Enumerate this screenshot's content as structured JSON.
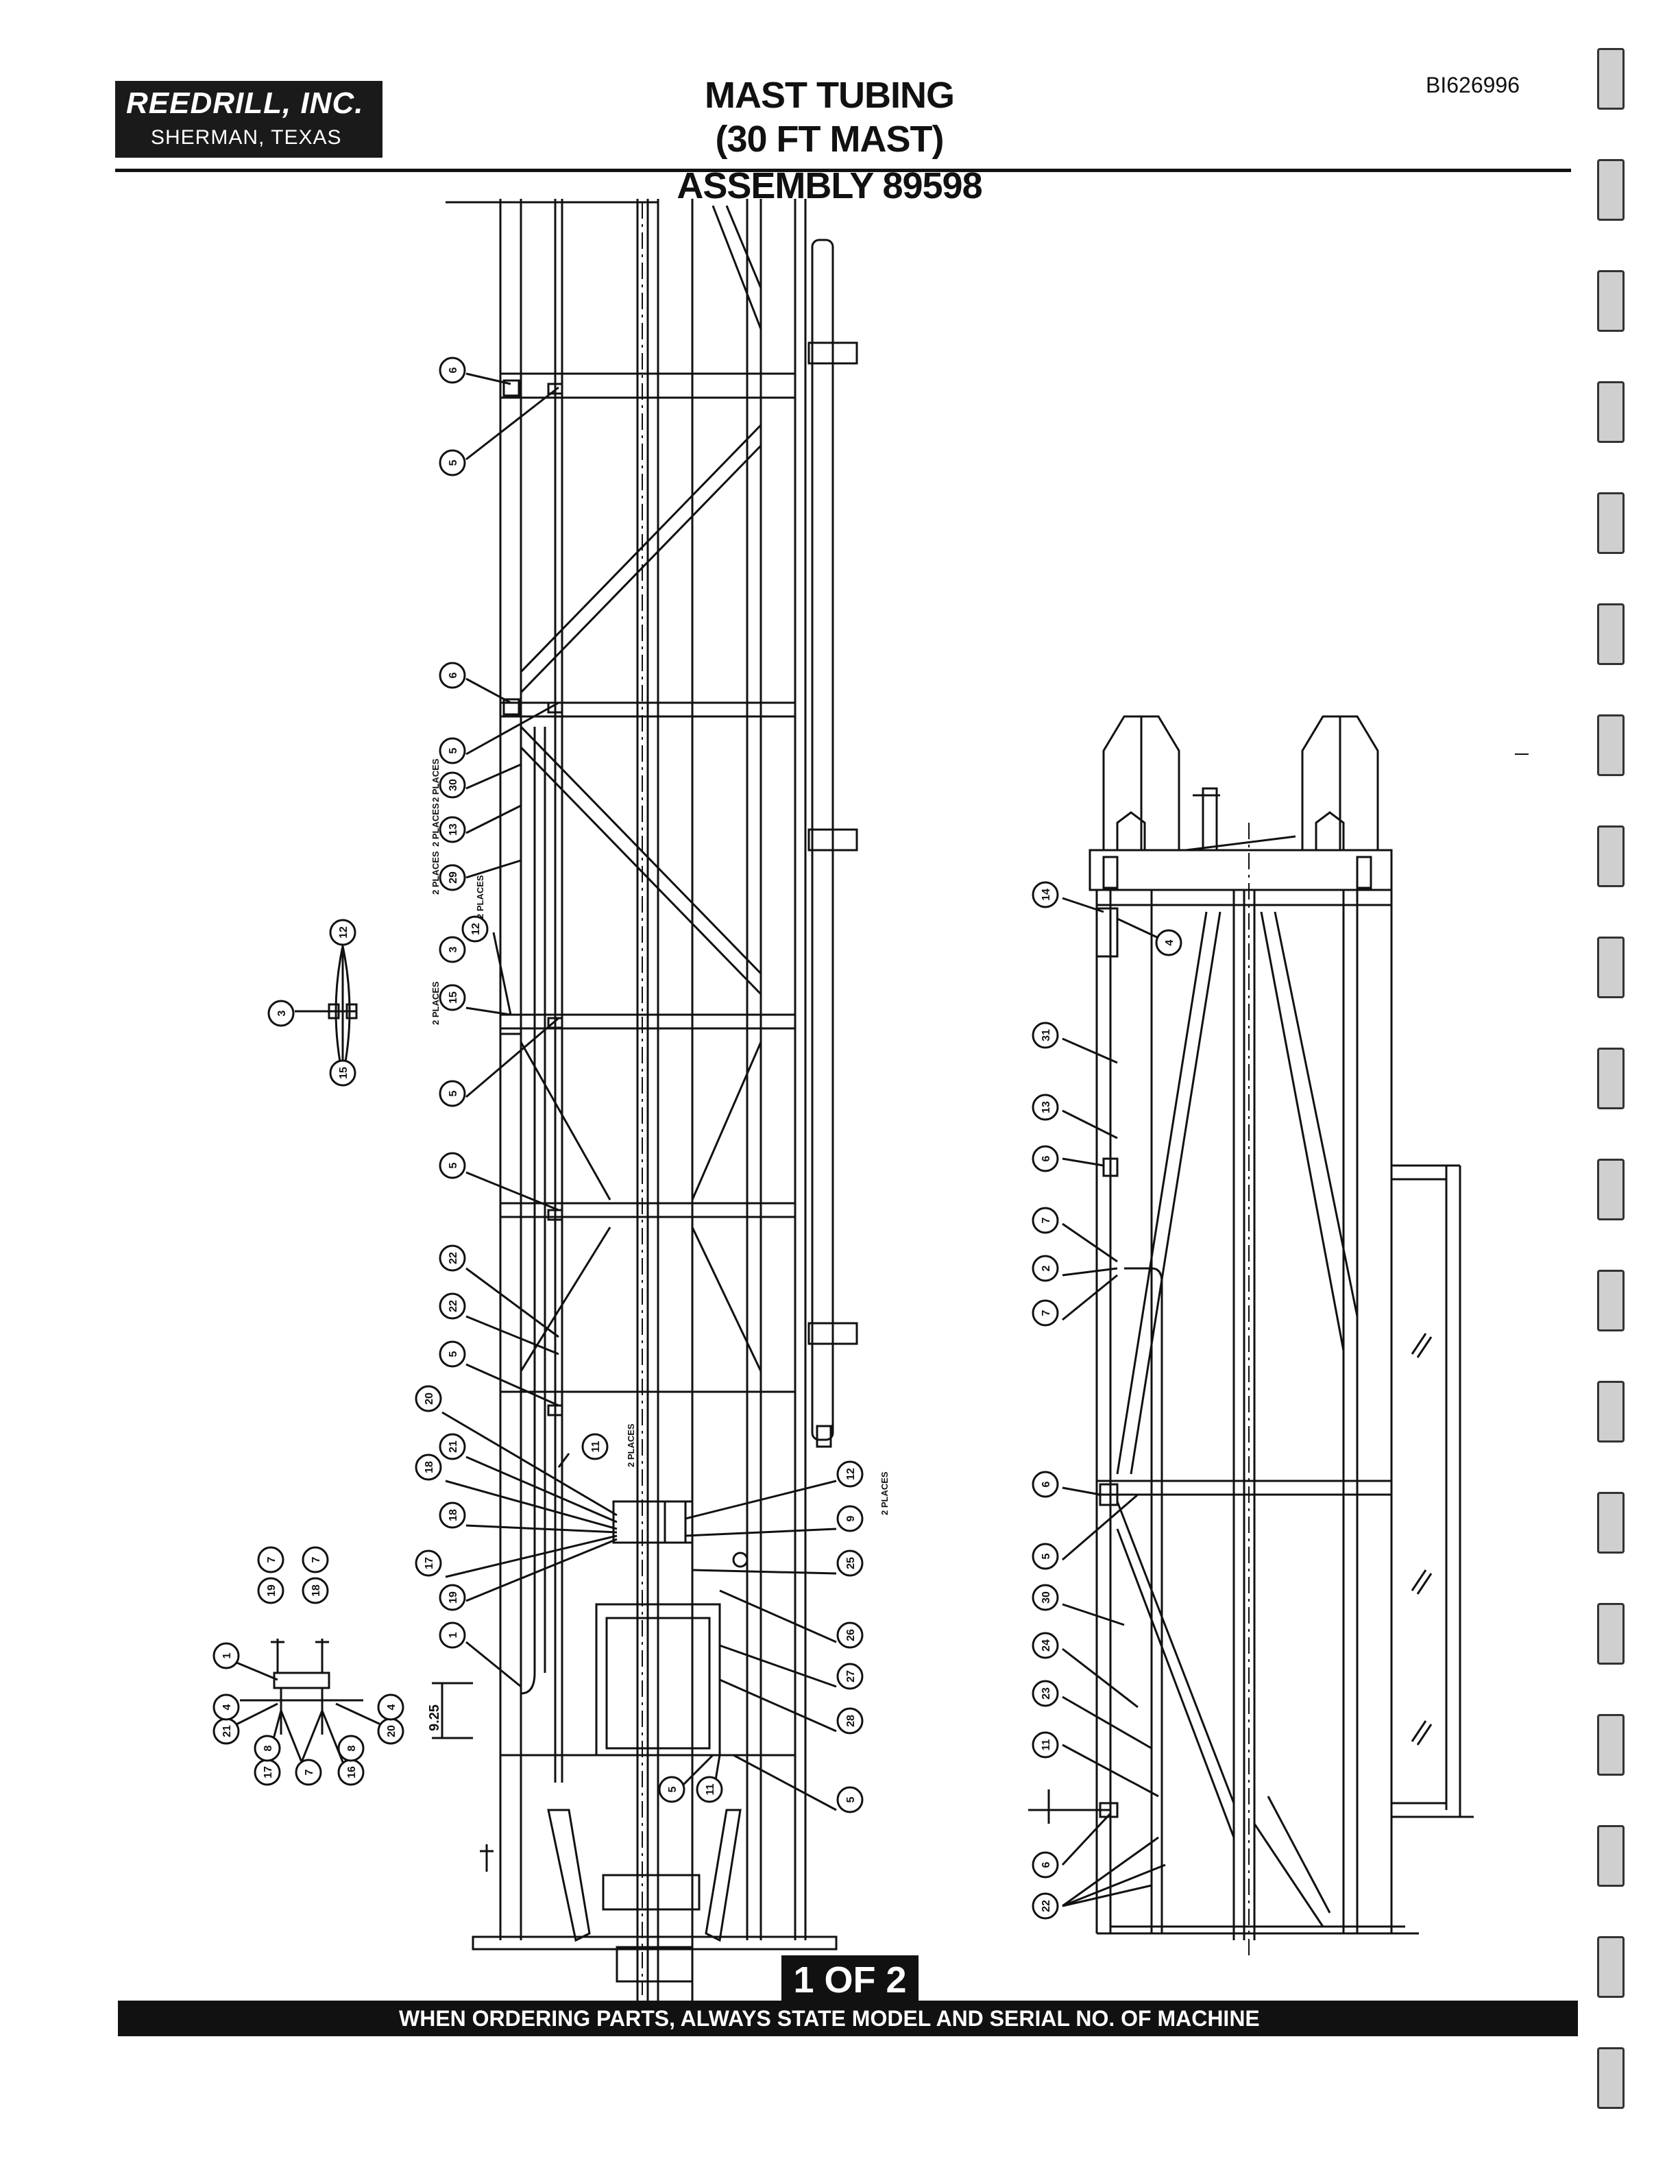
{
  "header": {
    "company": "REEDRILL, INC.",
    "location": "SHERMAN, TEXAS",
    "title_line1": "MAST TUBING",
    "title_line2": "(30 FT MAST)",
    "title_line3": "ASSEMBLY 89598",
    "doc_id": "BI626996"
  },
  "sheet_label": "1 OF 2",
  "footer_note": "WHEN ORDERING PARTS, ALWAYS STATE MODEL AND SERIAL NO. OF MACHINE",
  "callouts": {
    "left_view": [
      "6",
      "5",
      "6",
      "5",
      "30",
      "13",
      "29",
      "12",
      "3",
      "15",
      "5",
      "5",
      "22",
      "22",
      "5",
      "20",
      "11",
      "21",
      "18",
      "18",
      "17",
      "19",
      "1",
      "12",
      "9",
      "25",
      "26",
      "27",
      "28",
      "5",
      "11",
      "5"
    ],
    "place_notes": [
      "2 PLACES",
      "2 PLACES",
      "2 PLACES",
      "2 PLACES",
      "2 PLACES",
      "2 PLACES",
      "2 PLACES"
    ],
    "detail_a": [
      "12",
      "3",
      "15"
    ],
    "detail_b": [
      "7",
      "19",
      "7",
      "18",
      "1",
      "21",
      "17",
      "7",
      "16",
      "20",
      "4",
      "8",
      "8",
      "4"
    ],
    "right_view": [
      "14",
      "4",
      "31",
      "13",
      "6",
      "7",
      "2",
      "7",
      "6",
      "5",
      "30",
      "24",
      "23",
      "11",
      "6",
      "22"
    ],
    "dimension": "9.25"
  },
  "colors": {
    "ink": "#111111",
    "paper": "#ffffff",
    "tab": "#cfcfcf"
  }
}
